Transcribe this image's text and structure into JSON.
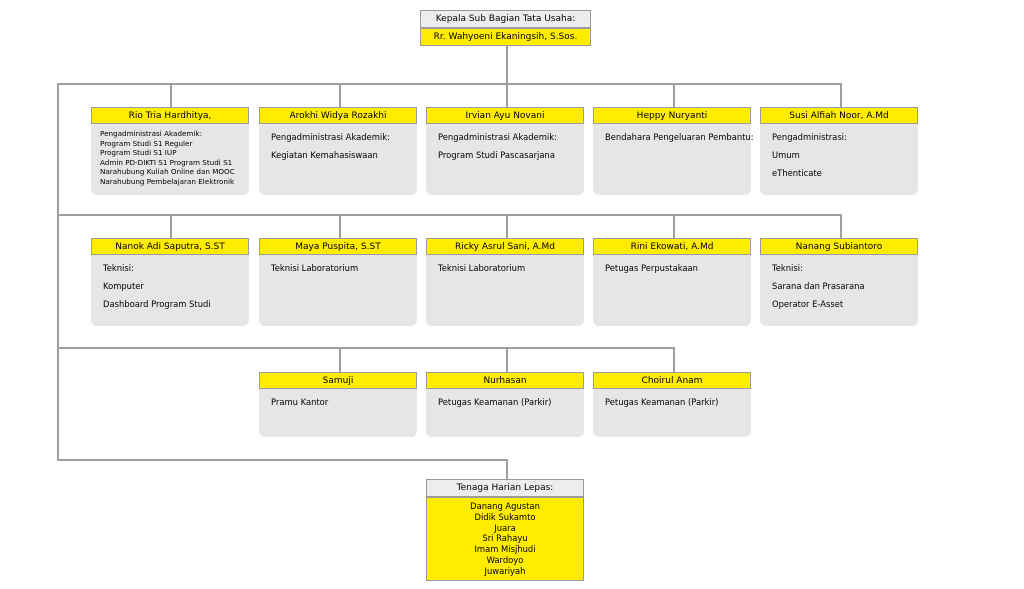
{
  "head": {
    "title": "Kepala Sub Bagian Tata Usaha:",
    "name": "Rr. Wahyoeni Ekaningsih, S.Sos."
  },
  "row1": [
    {
      "name": "Rio Tria Hardhitya,",
      "lines": [
        "Pengadministrasi Akademik:",
        "Program Studi S1 Reguler",
        "Program Studi S1 IUP",
        "Admin PD-DIKTI S1 Program Studi S1",
        "Narahubung Kuliah Online dan MOOC",
        "Narahubung Pembelajaran Elektronik"
      ]
    },
    {
      "name": "Arokhi Widya Rozakhi",
      "lines": [
        "Pengadministrasi Akademik:",
        "Kegiatan Kemahasiswaan"
      ]
    },
    {
      "name": "Irvian Ayu Novani",
      "lines": [
        "Pengadministrasi Akademik:",
        "Program Studi Pascasarjana"
      ]
    },
    {
      "name": "Heppy Nuryanti",
      "lines": [
        "Bendahara Pengeluaran Pembantu:"
      ]
    },
    {
      "name": "Susi Alfiah Noor, A.Md",
      "lines": [
        "Pengadministrasi:",
        "Umum",
        "eThenticate"
      ]
    }
  ],
  "row2": [
    {
      "name": "Nanok Adi Saputra, S.ST",
      "lines": [
        "Teknisi:",
        "Komputer",
        "Dashboard Program Studi"
      ]
    },
    {
      "name": "Maya Puspita, S.ST",
      "lines": [
        "Teknisi Laboratorium"
      ]
    },
    {
      "name": "Ricky Asrul Sani, A.Md",
      "lines": [
        "Teknisi Laboratorium"
      ]
    },
    {
      "name": "Rini Ekowati, A.Md",
      "lines": [
        "Petugas Perpustakaan"
      ]
    },
    {
      "name": "Nanang Subiantoro",
      "lines": [
        "Teknisi:",
        "Sarana dan Prasarana",
        "Operator E-Asset"
      ]
    }
  ],
  "row3": [
    {
      "name": "Samuji",
      "lines": [
        "Pramu Kantor"
      ]
    },
    {
      "name": "Nurhasan",
      "lines": [
        "Petugas Keamanan (Parkir)"
      ]
    },
    {
      "name": "Choirul Anam",
      "lines": [
        "Petugas Keamanan (Parkir)"
      ]
    }
  ],
  "casual": {
    "title": "Tenaga Harian Lepas:",
    "names": [
      "Danang Agustan",
      "Didik Sukamto",
      "Juara",
      "Sri Rahayu",
      "Imam Misjhudi",
      "Wardoyo",
      "Juwariyah"
    ]
  },
  "colors": {
    "highlight": "#ffec00",
    "card": "#e6e6e6",
    "line": "#9e9e9e"
  }
}
